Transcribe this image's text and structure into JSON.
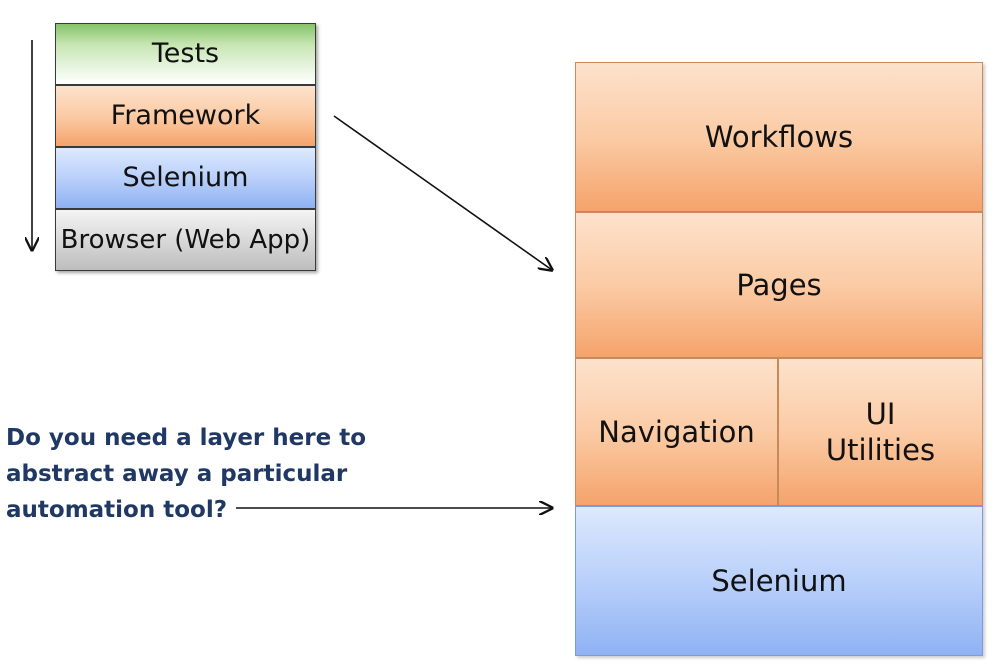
{
  "left_stack": {
    "tests": "Tests",
    "framework": "Framework",
    "selenium": "Selenium",
    "browser": "Browser (Web App)"
  },
  "right_stack": {
    "workflows": "Workflows",
    "pages": "Pages",
    "navigation": "Navigation",
    "ui_utilities_line1": "UI",
    "ui_utilities_line2": "Utilities",
    "selenium": "Selenium"
  },
  "question": {
    "line1": "Do you need a layer here to",
    "line2": "abstract away a particular",
    "line3": "automation tool?"
  },
  "colors": {
    "question_text": "#1f3864",
    "green": "#86c36a",
    "orange": "#fbcba5",
    "blue": "#b9d0fa",
    "gray": "#d9d9d9"
  }
}
